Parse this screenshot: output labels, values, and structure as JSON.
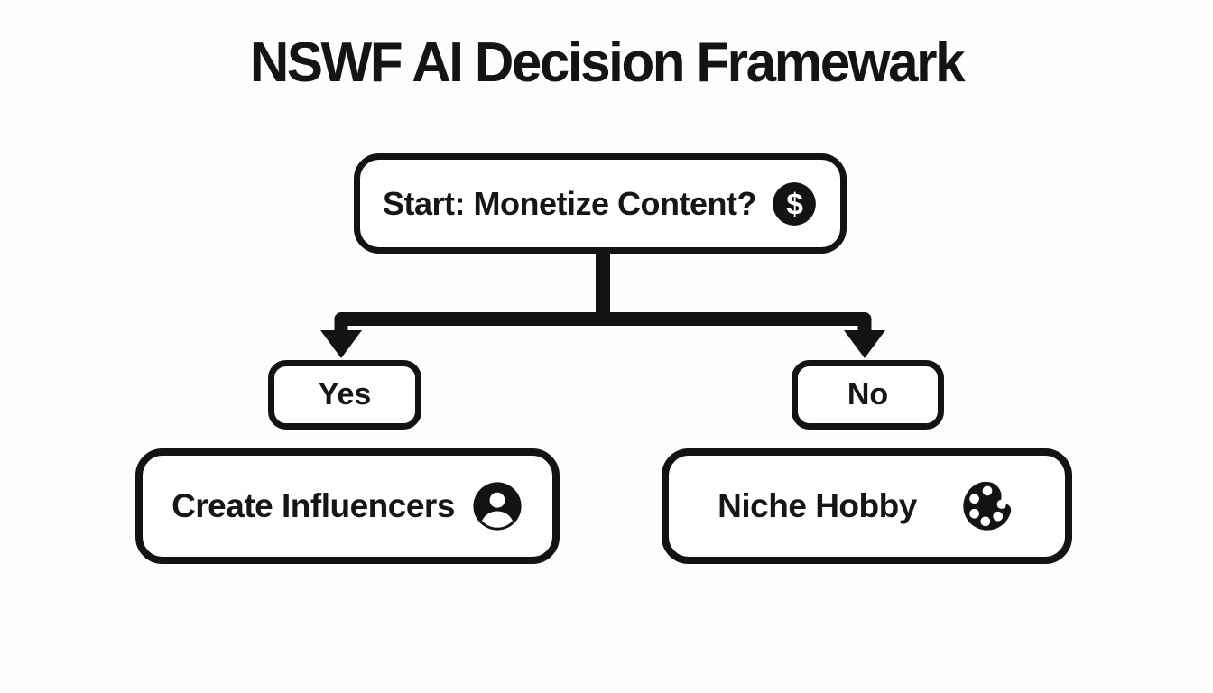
{
  "title": "NSWF AI Decision Framewark",
  "flowchart": {
    "start": {
      "label": "Start: Monetize Content?",
      "icon": "dollar-icon",
      "icon_glyph": "$"
    },
    "branches": [
      {
        "label": "Yes"
      },
      {
        "label": "No"
      }
    ],
    "outcomes": [
      {
        "label": "Create Influencers",
        "icon": "person-icon"
      },
      {
        "label": "Niche Hobby",
        "icon": "palette-icon"
      }
    ]
  },
  "colors": {
    "ink": "#131313",
    "background": "#fcfdfd",
    "box_fill": "#ffffff"
  }
}
